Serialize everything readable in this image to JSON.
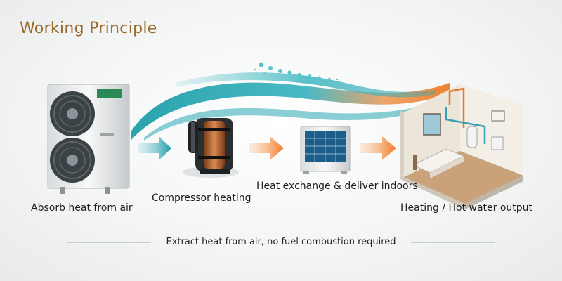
{
  "title": "Working Principle",
  "steps": [
    {
      "label": "Absorb heat from air",
      "icon": "outdoor-unit-icon"
    },
    {
      "label": "Compressor heating",
      "icon": "compressor-icon"
    },
    {
      "label": "Heat exchange & deliver indoors",
      "icon": "heat-exchanger-icon"
    },
    {
      "label": "Heating / Hot water output",
      "icon": "room-icon"
    }
  ],
  "footer": "Extract heat from air, no fuel combustion required",
  "colors": {
    "title": "#9a6a2e",
    "teal": "#2aa8b3",
    "orange": "#f07a26"
  }
}
